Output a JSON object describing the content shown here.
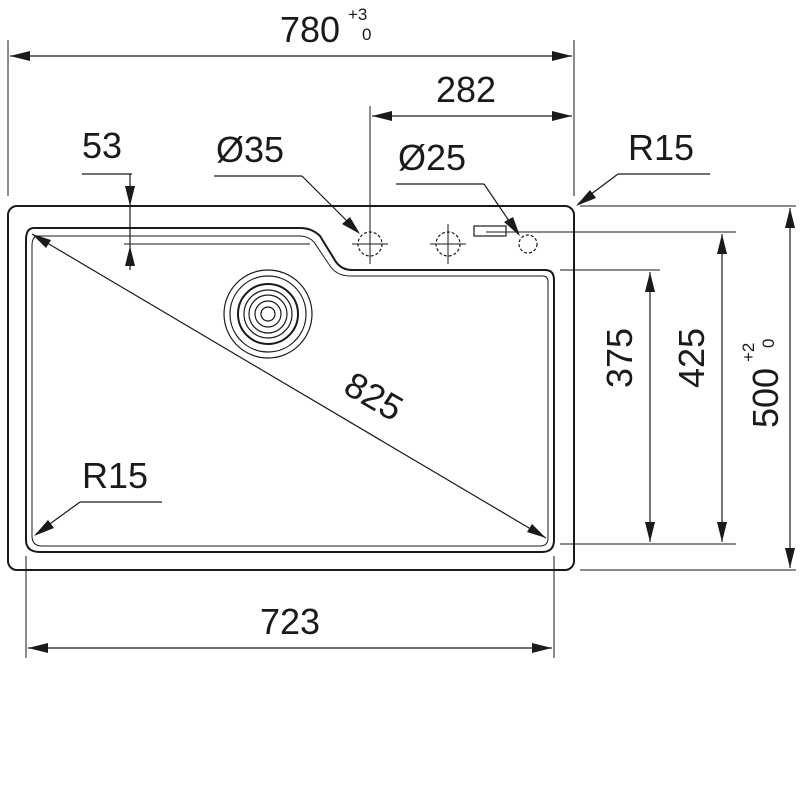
{
  "dimensions": {
    "overall_width": {
      "value": "780",
      "tol_upper": "+3",
      "tol_lower": "0"
    },
    "tap_offset": "282",
    "corner_to_bowl": "53",
    "tap_hole_diameter": "Ø35",
    "accessory_hole_diameter": "Ø25",
    "outer_radius": "R15",
    "bowl_diagonal": "825",
    "bowl_radius": "R15",
    "bowl_width": "723",
    "bowl_depth_inner": "375",
    "bowl_depth_outer": "425",
    "overall_depth": {
      "value": "500",
      "tol_upper": "+2",
      "tol_lower": "0"
    }
  }
}
